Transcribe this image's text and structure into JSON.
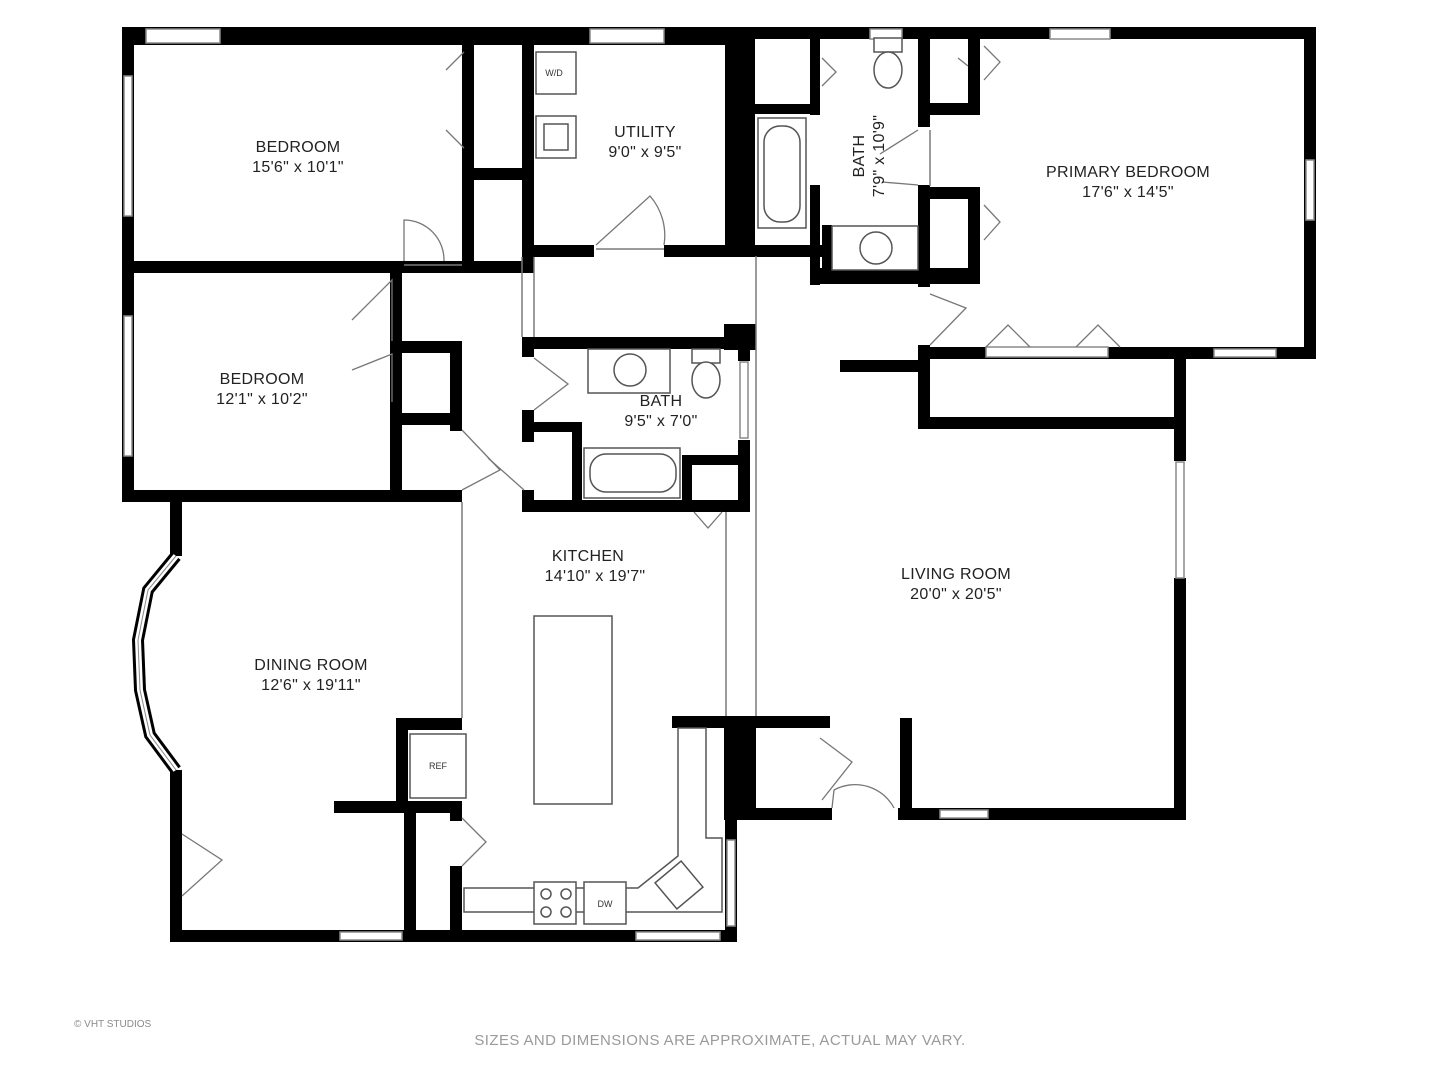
{
  "rooms": {
    "bedroom_1": {
      "name": "BEDROOM",
      "dims": "15'6\" x 10'1\""
    },
    "utility": {
      "name": "UTILITY",
      "dims": "9'0\" x 9'5\""
    },
    "bath_1": {
      "name": "BATH",
      "dims": "7'9\" x 10'9\""
    },
    "primary_bedroom": {
      "name": "PRIMARY BEDROOM",
      "dims": "17'6\" x 14'5\""
    },
    "bedroom_2": {
      "name": "BEDROOM",
      "dims": "12'1\" x 10'2\""
    },
    "bath_2": {
      "name": "BATH",
      "dims": "9'5\" x 7'0\""
    },
    "kitchen": {
      "name": "KITCHEN",
      "dims": "14'10\" x 19'7\""
    },
    "living_room": {
      "name": "LIVING ROOM",
      "dims": "20'0\" x 20'5\""
    },
    "dining_room": {
      "name": "DINING ROOM",
      "dims": "12'6\" x 19'11\""
    }
  },
  "appliances": {
    "washer_dryer": "W/D",
    "refrigerator": "REF",
    "dishwasher": "DW"
  },
  "footer": {
    "copyright": "© VHT STUDIOS",
    "disclaimer": "SIZES AND DIMENSIONS ARE APPROXIMATE, ACTUAL MAY VARY."
  },
  "colors": {
    "wall": "#000000",
    "background": "#ffffff",
    "text": "#222222",
    "footer_text": "#9a9a9a"
  }
}
